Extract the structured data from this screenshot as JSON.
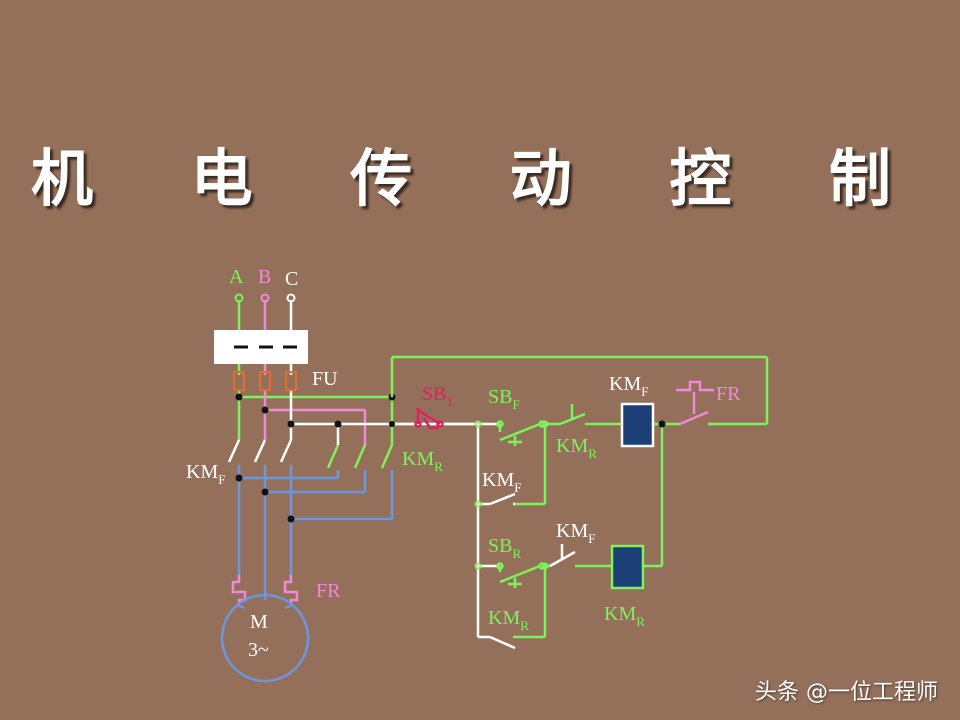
{
  "title": "机 电 传 动 控 制",
  "watermark": "头条 @一位工程师",
  "colors": {
    "background": "#94705a",
    "green": "#7ef25a",
    "pink": "#f08ad8",
    "white": "#ffffff",
    "blue": "#6b96e2",
    "red": "#e02060",
    "coil": "#1c3f78"
  },
  "labels": {
    "phase_a": "A",
    "phase_b": "B",
    "phase_c": "C",
    "fu": "FU",
    "km_main": "KM",
    "km_main_sub": "F",
    "km_r_main": "KM",
    "km_r_main_sub": "R",
    "fr_main": "FR",
    "motor_m": "M",
    "motor_3": "3~",
    "sb1": "SB",
    "sb1_sub": "1",
    "sbf": "SB",
    "sbf_sub": "F",
    "kmf_coil": "KM",
    "kmf_coil_sub": "F",
    "fr_ctrl": "FR",
    "kmr_interlock": "KM",
    "kmr_interlock_sub": "R",
    "kmf_hold": "KM",
    "kmf_hold_sub": "F",
    "sbr": "SB",
    "sbr_sub": "R",
    "kmf_interlock": "KM",
    "kmf_interlock_sub": "F",
    "kmr_coil": "KM",
    "kmr_coil_sub": "R",
    "kmr_hold": "KM",
    "kmr_hold_sub": "R"
  }
}
